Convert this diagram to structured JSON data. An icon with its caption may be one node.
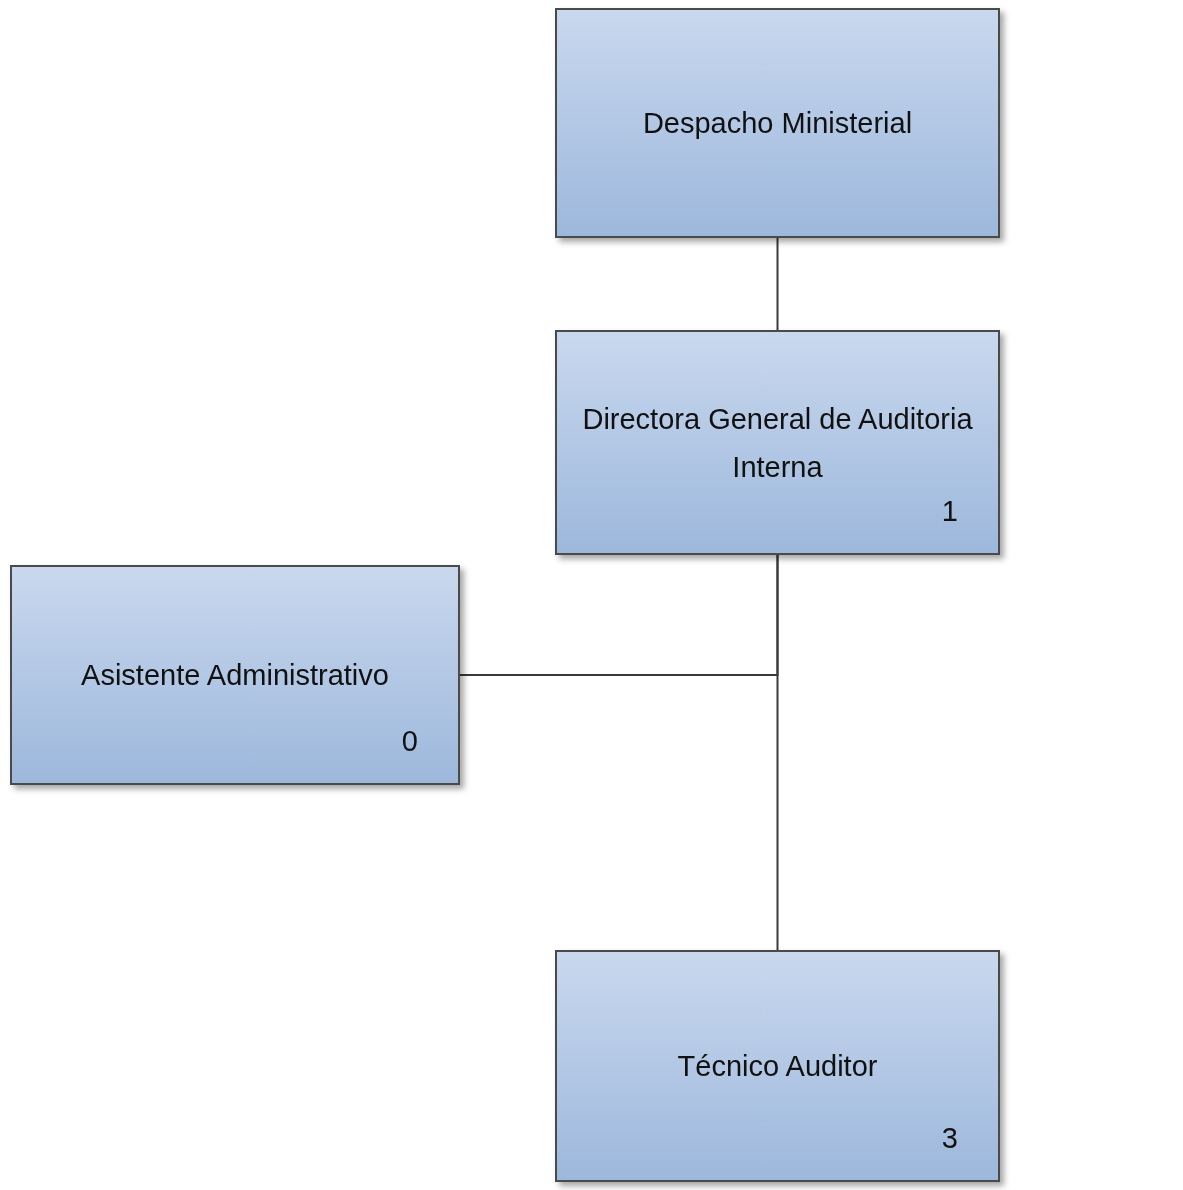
{
  "diagram": {
    "nodes": [
      {
        "text": [
          "Despacho Ministerial"
        ]
      },
      {
        "text": [
          "Directora General de Auditoria Interna",
          "1"
        ]
      },
      {
        "text": [
          "Asistente Administrativo",
          "0"
        ]
      },
      {
        "text": [
          "Técnico Auditor",
          "3"
        ]
      }
    ],
    "edges": [
      {
        "from": 0,
        "to": 1,
        "arrow": "none"
      },
      {
        "from": 1,
        "to": 3,
        "arrow": "none"
      },
      {
        "from": 1,
        "to": 2,
        "arrow": "none"
      }
    ]
  }
}
